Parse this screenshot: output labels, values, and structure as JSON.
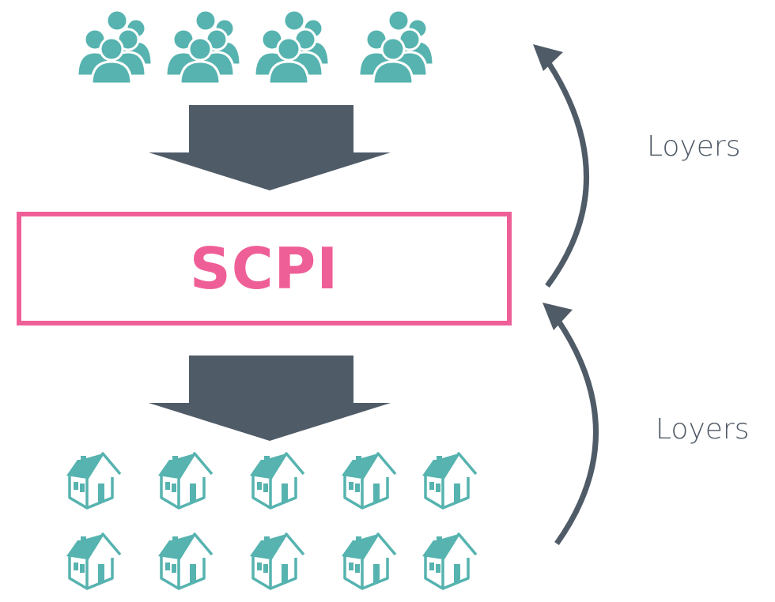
{
  "diagram": {
    "title": "SCPI",
    "colors": {
      "icon_teal": "#56b3af",
      "arrow_slate": "#505b68",
      "accent_pink": "#ef5f97",
      "label_gray": "#4f5a66"
    },
    "investors": {
      "icon": "people-group-icon",
      "count": 4
    },
    "central_box": {
      "label": "SCPI"
    },
    "properties": {
      "icon": "house-icon",
      "rows": 2,
      "per_row": 5,
      "count": 10
    },
    "flows": [
      {
        "label": "Loyers",
        "direction": "up",
        "from": "SCPI",
        "to": "investors"
      },
      {
        "label": "Loyers",
        "direction": "up",
        "from": "properties",
        "to": "SCPI"
      }
    ]
  }
}
